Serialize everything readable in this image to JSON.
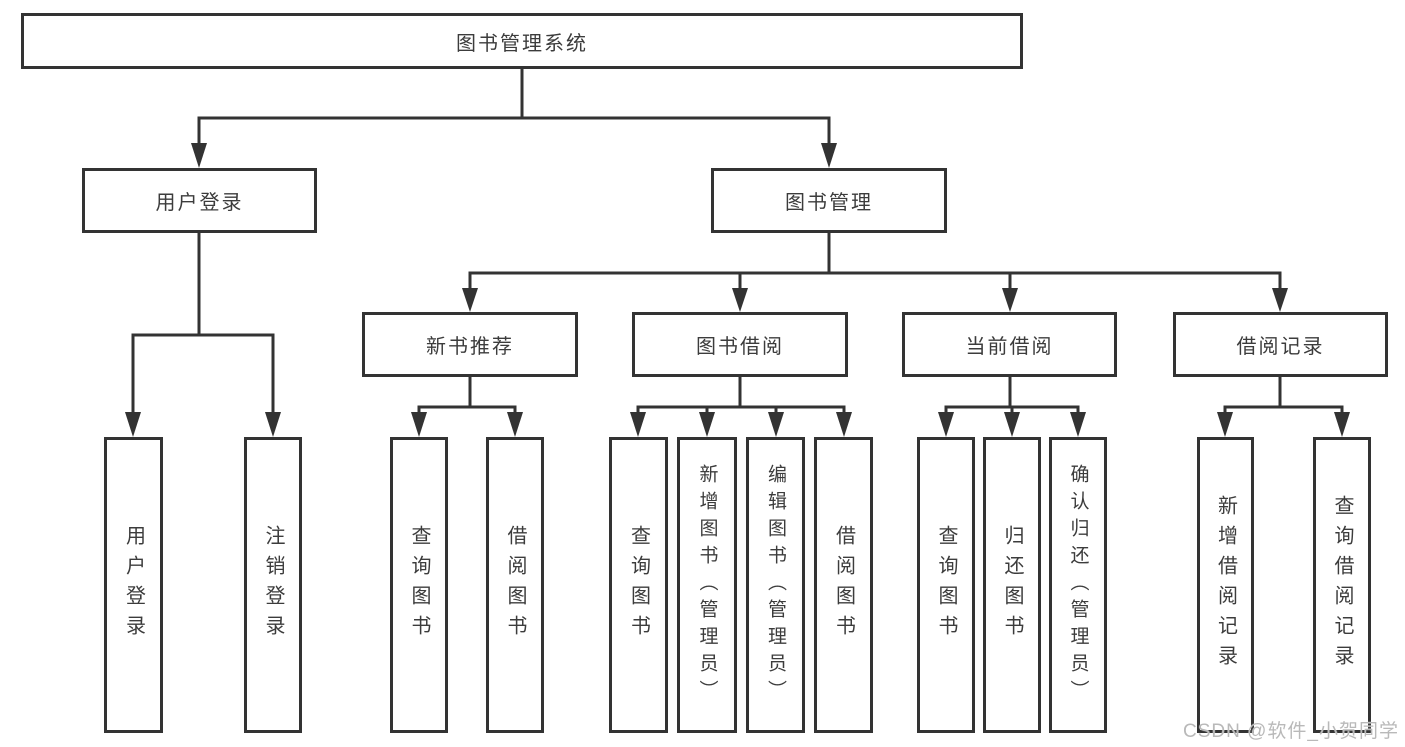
{
  "diagram": {
    "tree": {
      "root": {
        "label": "图书管理系统",
        "children": [
          {
            "label": "用户登录",
            "children": [
              {
                "label": "用户登录"
              },
              {
                "label": "注销登录"
              }
            ]
          },
          {
            "label": "图书管理",
            "children": [
              {
                "label": "新书推荐",
                "children": [
                  {
                    "label": "查询图书"
                  },
                  {
                    "label": "借阅图书"
                  }
                ]
              },
              {
                "label": "图书借阅",
                "children": [
                  {
                    "label": "查询图书"
                  },
                  {
                    "label": "新增图书（管理员）"
                  },
                  {
                    "label": "编辑图书（管理员）"
                  },
                  {
                    "label": "借阅图书"
                  }
                ]
              },
              {
                "label": "当前借阅",
                "children": [
                  {
                    "label": "查询图书"
                  },
                  {
                    "label": "归还图书"
                  },
                  {
                    "label": "确认归还（管理员）"
                  }
                ]
              },
              {
                "label": "借阅记录",
                "children": [
                  {
                    "label": "新增借阅记录"
                  },
                  {
                    "label": "查询借阅记录"
                  }
                ]
              }
            ]
          }
        ]
      }
    }
  },
  "watermark": {
    "text": "CSDN @软件_小贺同学"
  },
  "colors": {
    "line": "#333333",
    "text": "#3c3c3c",
    "background": "#ffffff",
    "watermark": "#b9b9b9"
  }
}
